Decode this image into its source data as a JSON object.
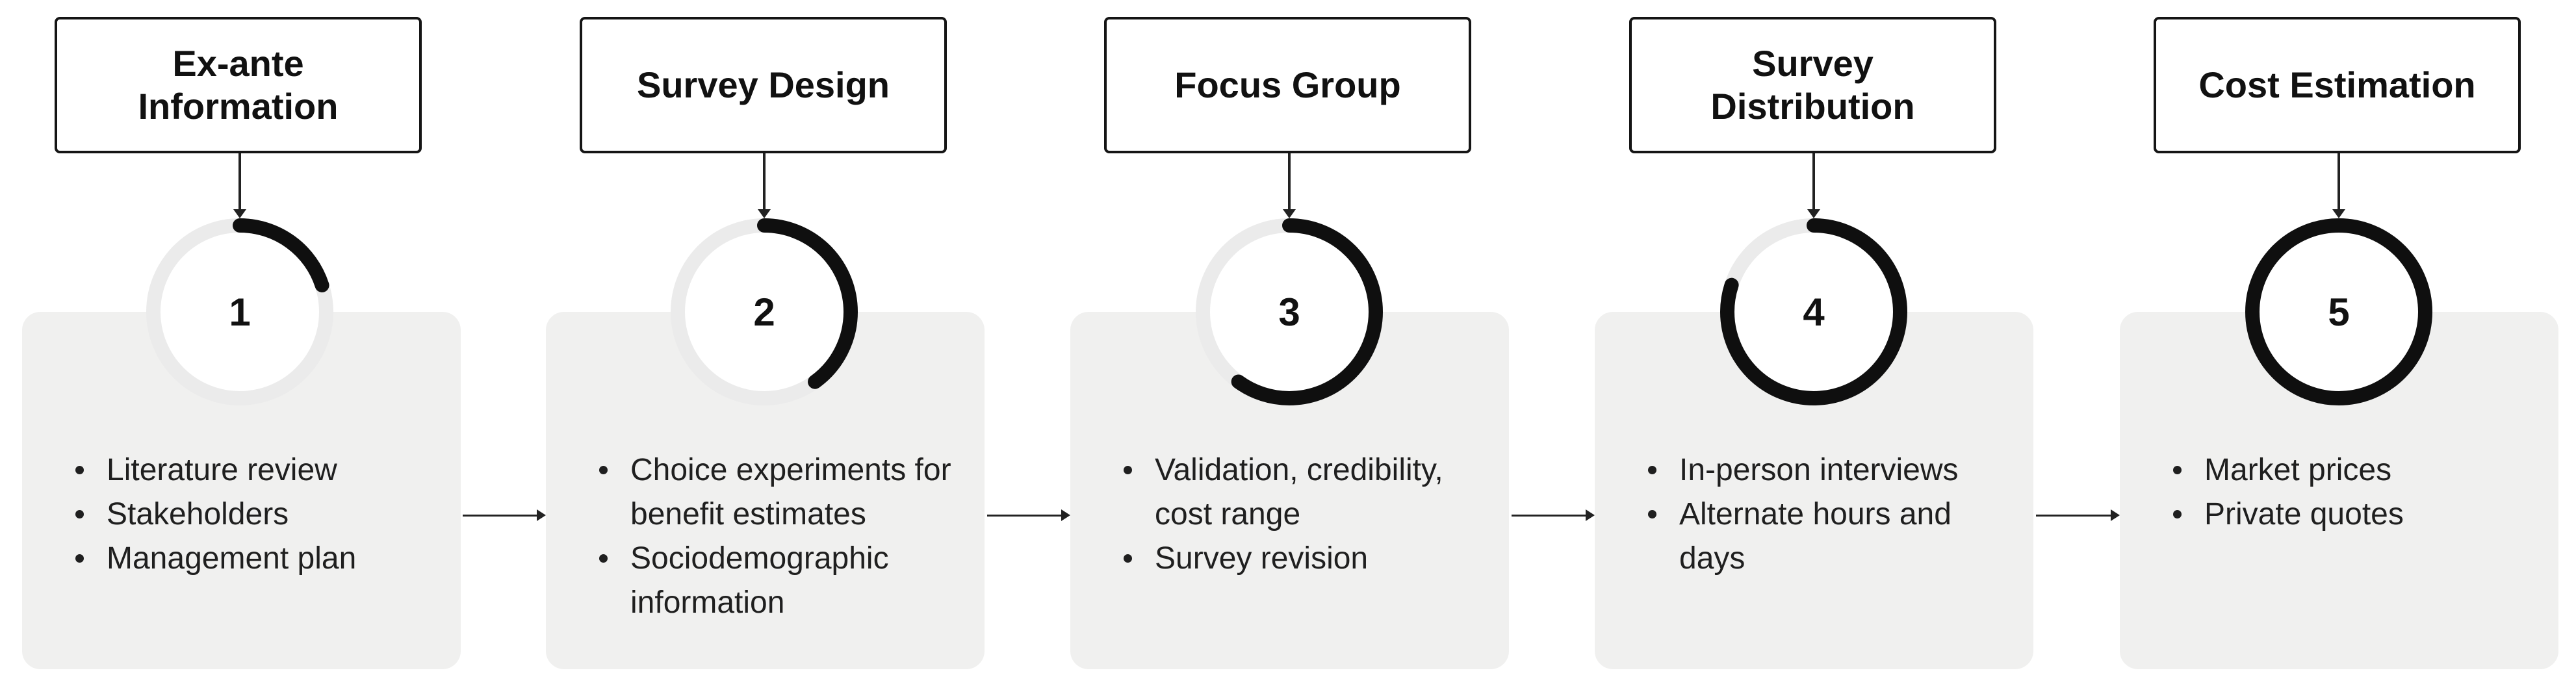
{
  "steps": [
    {
      "number": "1",
      "title": "Ex-ante\nInformation",
      "progress": 0.2,
      "bullets": [
        "Literature review",
        "Stakeholders",
        "Management plan"
      ]
    },
    {
      "number": "2",
      "title": "Survey Design",
      "progress": 0.4,
      "bullets": [
        "Choice experiments for benefit estimates",
        "Sociodemographic information"
      ]
    },
    {
      "number": "3",
      "title": "Focus Group",
      "progress": 0.6,
      "bullets": [
        "Validation, credibility, cost range",
        "Survey revision"
      ]
    },
    {
      "number": "4",
      "title": "Survey\nDistribution",
      "progress": 0.8,
      "bullets": [
        "In-person interviews",
        "Alternate hours and days"
      ]
    },
    {
      "number": "5",
      "title": "Cost Estimation",
      "progress": 1.0,
      "bullets": [
        "Market prices",
        "Private quotes"
      ]
    }
  ],
  "colors": {
    "ring_track": "#ebebeb",
    "ring_progress": "#0f0f0f",
    "card_bg": "#f0f0ef",
    "line": "#222222"
  }
}
